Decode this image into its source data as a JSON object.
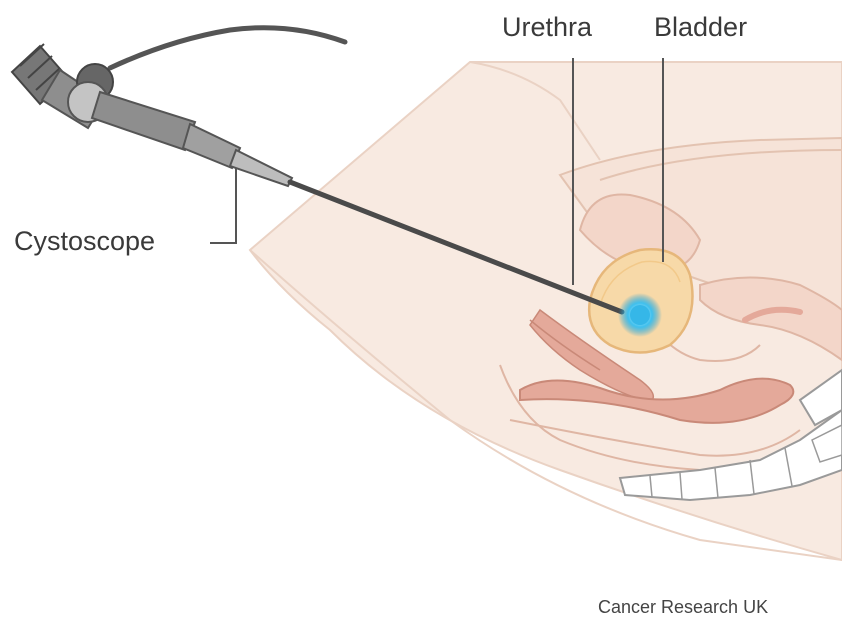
{
  "labels": {
    "urethra": "Urethra",
    "bladder": "Bladder",
    "cystoscope": "Cystoscope"
  },
  "credit": "Cancer Research UK",
  "colors": {
    "skin": "#f6e3d8",
    "skin_line": "#e3c3b1",
    "bladder_fill": "#f7d9a8",
    "muscle": "#e4a99a",
    "scope_dark": "#555555",
    "scope_mid": "#8e8e8e",
    "scope_light": "#c4c4c4",
    "light_tip": "#35b7e8",
    "leader_line": "#555555"
  }
}
